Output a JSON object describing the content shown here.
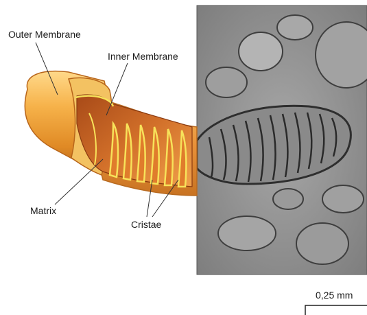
{
  "labels": {
    "outer_membrane": "Outer  Membrane",
    "inner_membrane": "Inner Membrane",
    "matrix": "Matrix",
    "cristae": "Cristae"
  },
  "scale_bar": {
    "label": "0,25 mm"
  },
  "colors": {
    "outer_membrane": "#f0a43a",
    "inner_cut": "#c8601e",
    "cristae_edge": "#f7e25a",
    "micrograph_bg": "#8e8e8e",
    "leader_lines": "#333333"
  }
}
